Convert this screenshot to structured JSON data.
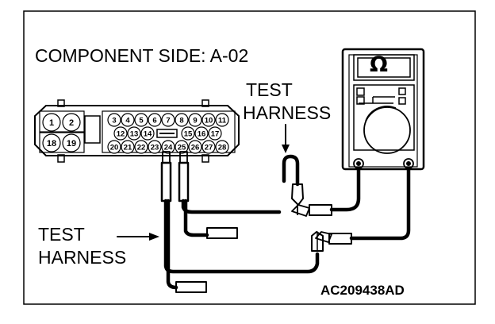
{
  "diagram": {
    "title": "COMPONENT SIDE: A-02",
    "test_harness_top": [
      "TEST",
      "HARNESS"
    ],
    "test_harness_left": [
      "TEST",
      "HARNESS"
    ],
    "figure_code": "AC209438AD",
    "meter_symbol": "Ω",
    "connector": {
      "large_pins": [
        "1",
        "2",
        "18",
        "19"
      ],
      "row1": [
        "3",
        "4",
        "5",
        "6",
        "7",
        "8",
        "9",
        "10",
        "11"
      ],
      "row2": [
        "12",
        "13",
        "14",
        "15",
        "16",
        "17"
      ],
      "row3": [
        "20",
        "21",
        "22",
        "23",
        "24",
        "25",
        "26",
        "27",
        "28"
      ]
    },
    "colors": {
      "line": "#000000",
      "background": "#ffffff"
    }
  }
}
